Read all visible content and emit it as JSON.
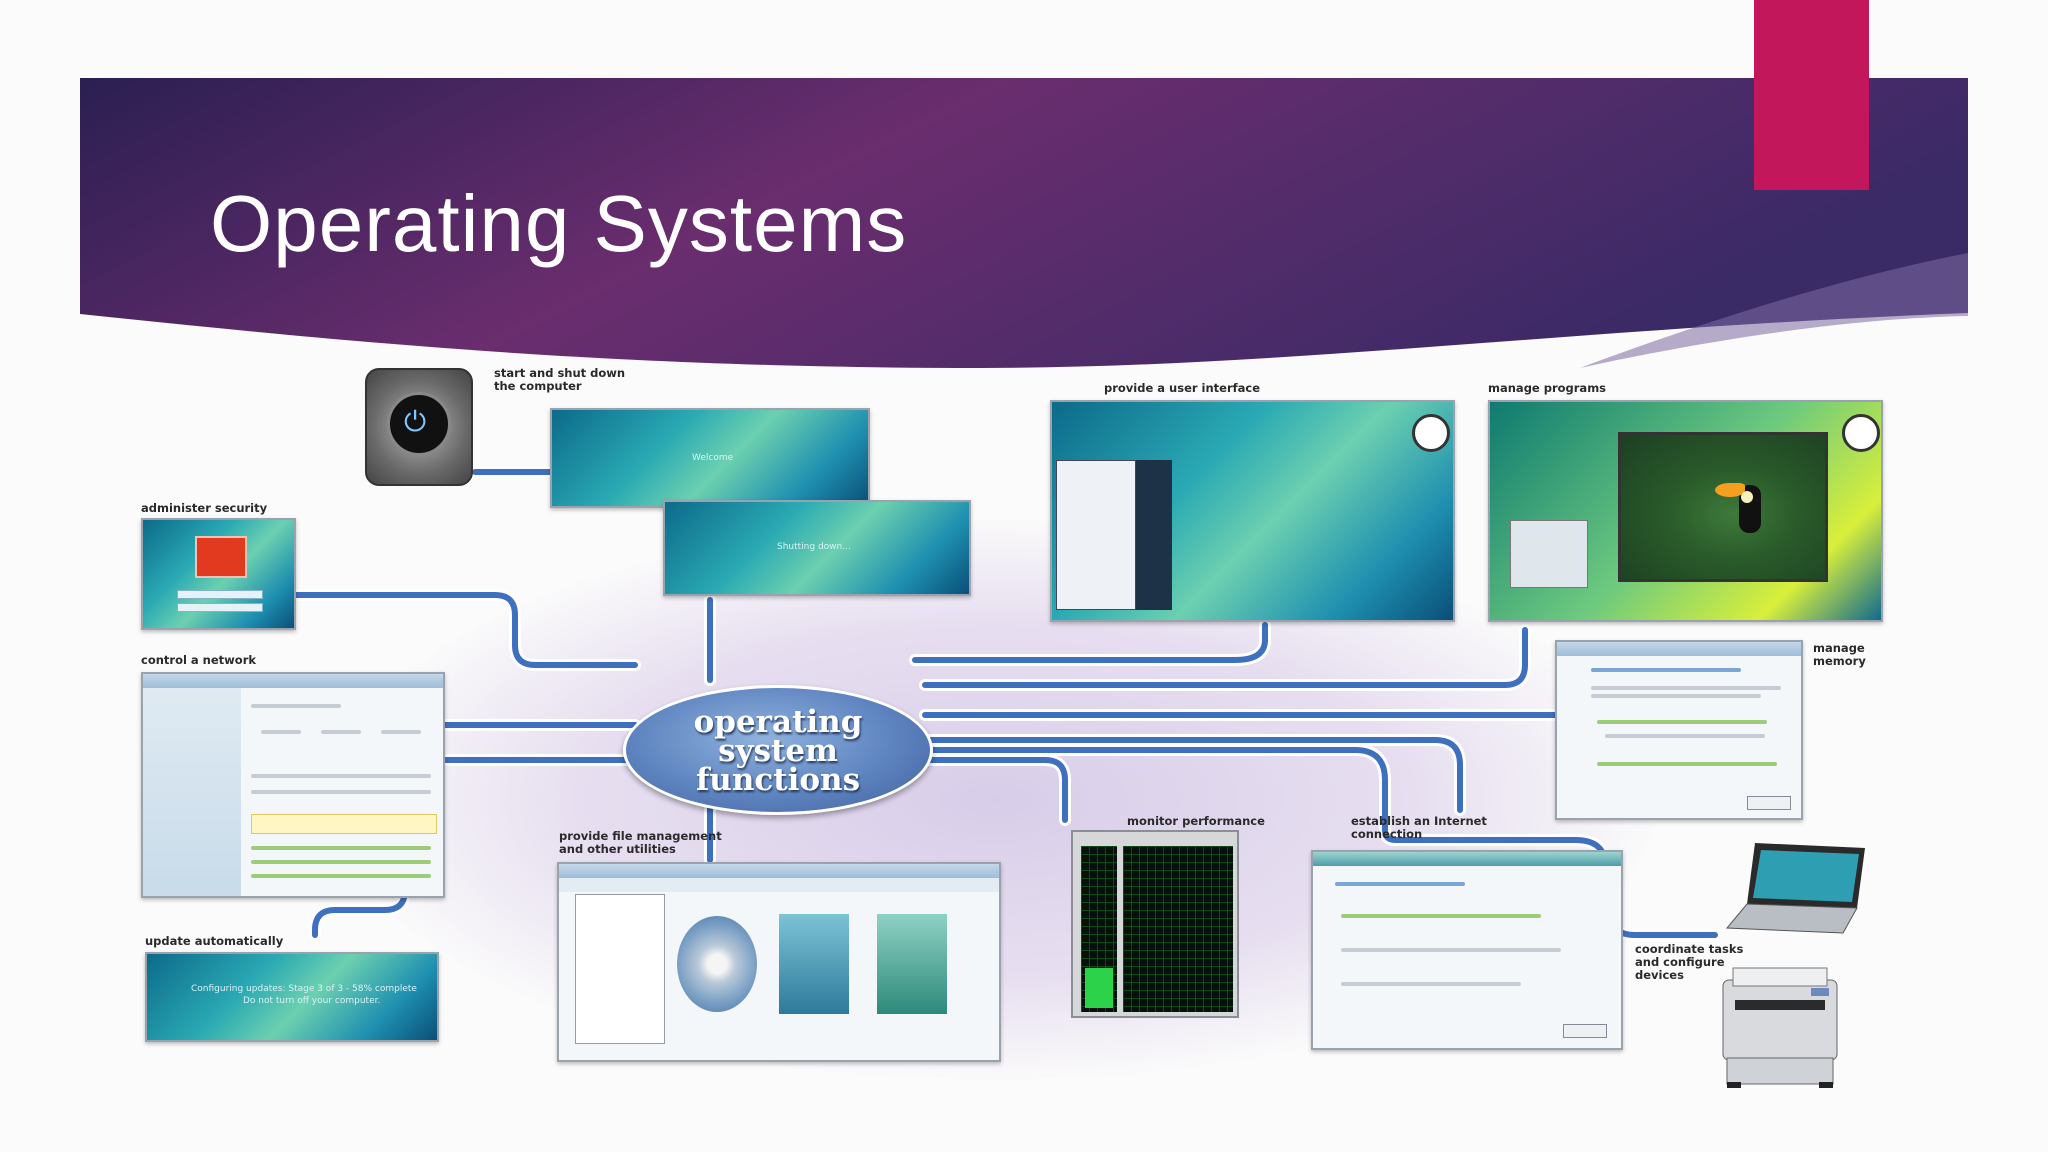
{
  "slide": {
    "title": "Operating Systems",
    "accent_color": "#c2185b",
    "banner_colors": [
      "#2b1f52",
      "#6a2d6e",
      "#3a2a66"
    ]
  },
  "diagram": {
    "center": [
      "operating",
      "system",
      "functions"
    ],
    "labels": {
      "start_shutdown": [
        "start and shut down",
        "the computer"
      ],
      "administer_security": "administer security",
      "control_network": "control a network",
      "update_automatically": "update automatically",
      "file_management": [
        "provide file management",
        "and other utilities"
      ],
      "user_interface": "provide a user interface",
      "manage_programs": "manage programs",
      "manage_memory": [
        "manage",
        "memory"
      ],
      "monitor_performance": "monitor performance",
      "internet_connection": [
        "establish an Internet",
        "connection"
      ],
      "coordinate_devices": [
        "coordinate tasks",
        "and configure",
        "devices"
      ]
    },
    "screens": {
      "welcome": "Welcome",
      "shutting_down": "Shutting down...",
      "update_line1": "Configuring updates: Stage 3 of 3 - 58% complete",
      "update_line2": "Do not turn off your computer."
    },
    "icons": [
      "power-button-icon",
      "clock-icon",
      "printer-icon",
      "laptop-icon"
    ],
    "wire_color": "#3f6fbf"
  }
}
